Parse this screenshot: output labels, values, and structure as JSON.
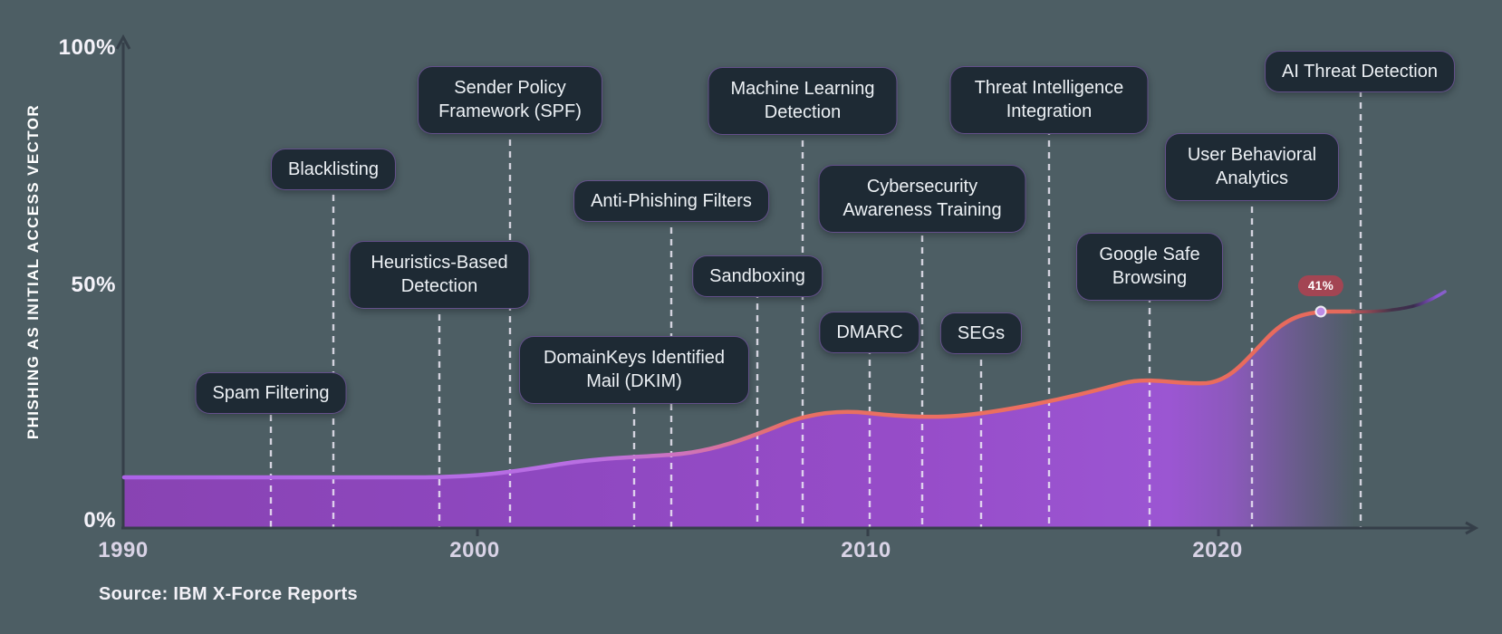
{
  "page": {
    "background_color": "#4d5e64"
  },
  "chart_data": {
    "type": "area",
    "title": "",
    "y_axis": {
      "label": "PHISHING AS INITIAL ACCESS VECTOR",
      "ticks": [
        "100%",
        "50%",
        "0%"
      ],
      "range": [
        0,
        100
      ],
      "unit": "%"
    },
    "x_axis": {
      "ticks": [
        "1990",
        "2000",
        "2010",
        "2020"
      ],
      "range": [
        1990,
        2026
      ]
    },
    "grid": "vertical dashed guide lines dropping from each milestone label to the time axis",
    "legend_position": "none",
    "series": [
      {
        "name": "Phishing as initial access vector (historical)",
        "line_color_start": "#ae64e9",
        "line_color_end": "#e86f60",
        "fill_color": "#9a4ccd",
        "points": [
          [
            1990,
            10
          ],
          [
            1995,
            10
          ],
          [
            1999,
            10
          ],
          [
            2001,
            11
          ],
          [
            2003,
            13
          ],
          [
            2005,
            15
          ],
          [
            2006,
            17
          ],
          [
            2007,
            20
          ],
          [
            2008,
            22
          ],
          [
            2009,
            23
          ],
          [
            2010,
            23
          ],
          [
            2011,
            23
          ],
          [
            2012,
            23
          ],
          [
            2013,
            24
          ],
          [
            2014,
            26
          ],
          [
            2015,
            27
          ],
          [
            2016,
            29
          ],
          [
            2017,
            30
          ],
          [
            2018,
            30
          ],
          [
            2019,
            29
          ],
          [
            2020,
            33
          ],
          [
            2021,
            40
          ],
          [
            2022,
            41
          ],
          [
            2023,
            41
          ]
        ]
      },
      {
        "name": "Projection (fading red to dark to purple tail)",
        "line_color": "gradient #e2685c -> #3a2c3e -> #9c63ee",
        "points": [
          [
            2023,
            41
          ],
          [
            2024,
            41
          ],
          [
            2025,
            42
          ],
          [
            2026,
            44
          ]
        ]
      }
    ],
    "annotations": {
      "value_label": "41%",
      "value_dot_year": 2022,
      "value_dot_value": 41,
      "milestones": [
        {
          "label": "Spam Filtering",
          "approx_year": 1994
        },
        {
          "label": "Blacklisting",
          "approx_year": 1996
        },
        {
          "label": "Heuristics-Based Detection",
          "approx_year": 1999
        },
        {
          "label": "Sender Policy Framework (SPF)",
          "approx_year": 2001
        },
        {
          "label": "DomainKeys Identified Mail (DKIM)",
          "approx_year": 2004
        },
        {
          "label": "Anti-Phishing Filters",
          "approx_year": 2005
        },
        {
          "label": "Sandboxing",
          "approx_year": 2007
        },
        {
          "label": "Machine Learning Detection",
          "approx_year": 2008
        },
        {
          "label": "DMARC",
          "approx_year": 2010
        },
        {
          "label": "Cybersecurity Awareness Training",
          "approx_year": 2012
        },
        {
          "label": "SEGs",
          "approx_year": 2013
        },
        {
          "label": "Threat Intelligence Integration",
          "approx_year": 2015
        },
        {
          "label": "Google Safe Browsing",
          "approx_year": 2018
        },
        {
          "label": "User Behavioral Analytics",
          "approx_year": 2021
        },
        {
          "label": "AI Threat Detection",
          "approx_year": 2024
        }
      ]
    },
    "source": "Source: IBM X-Force Reports",
    "colors": {
      "background": "#4d5e64",
      "label_box_bg": "#1e2a34",
      "label_box_border": "#9e70d4",
      "label_text": "#edf1f5",
      "line_coral": "#e86f60",
      "line_purple": "#ae64e9",
      "area_purple": "#9a4ccd",
      "badge_bg": "#a34553",
      "badge_text": "#ffffff",
      "axis": "#353f49",
      "guide_dash": "#ece7f5"
    }
  }
}
